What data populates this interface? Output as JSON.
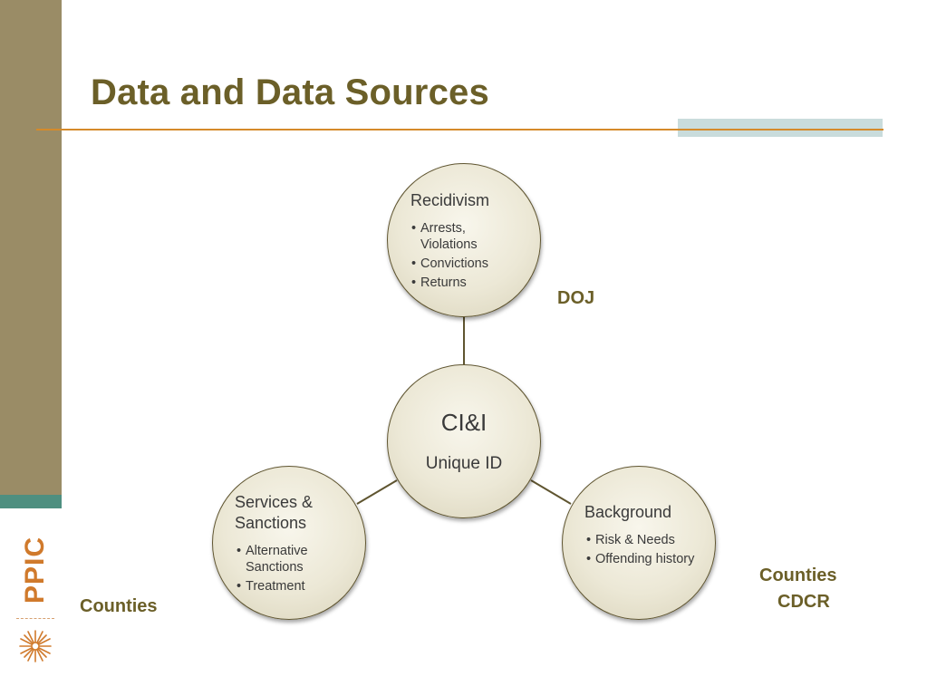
{
  "slide": {
    "title": "Data and Data Sources",
    "logo_text": "PPIC"
  },
  "diagram": {
    "center": {
      "title": "CI&I",
      "subtitle": "Unique ID"
    },
    "top": {
      "heading": "Recidivism",
      "items": [
        "Arrests, Violations",
        "Convictions",
        "Returns"
      ]
    },
    "left": {
      "heading": "Services & Sanctions",
      "items": [
        "Alternative Sanctions",
        "Treatment"
      ]
    },
    "right": {
      "heading": "Background",
      "items": [
        "Risk & Needs",
        "Offending history"
      ]
    }
  },
  "labels": {
    "doj": "DOJ",
    "counties_left": "Counties",
    "counties_right": "Counties",
    "cdcr": "CDCR"
  },
  "colors": {
    "sidebar": "#9a8c66",
    "sidebar_teal": "#4e8f80",
    "title": "#6b5f28",
    "rule": "#d58a2a",
    "accent": "#c9dcdc"
  }
}
